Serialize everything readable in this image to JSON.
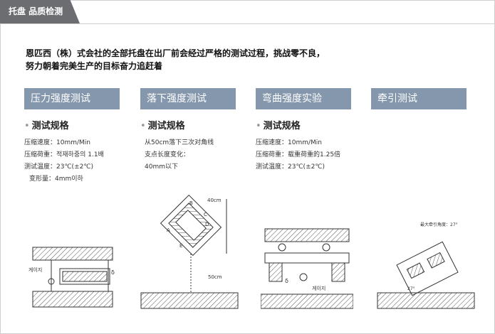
{
  "header": {
    "title": "托盘  品质检测"
  },
  "intro": {
    "line1": "恩匹西（株）式会社的全部托盘在出厂前会经过严格的测试过程，挑战零不良，",
    "line2": "努力朝着完美生产的目标奋力追赶着"
  },
  "columns": [
    {
      "title": "压力强度测试",
      "spec_title": "测试规格",
      "lines": [
        "压缩速度：10mm/Min",
        "压缩荷重：적재하중의 1.1배",
        "测试温度：23℃(±2℃)",
        "变形量：4mm이하"
      ]
    },
    {
      "title": "落下强度测试",
      "spec_title": "测试规格",
      "lines": [
        "从50cm落下三次对角线",
        "支点长度变化：",
        "40mm以下"
      ]
    },
    {
      "title": "弯曲强度实验",
      "spec_title": "测试规格",
      "lines": [
        "压缩速度：10mm/Min",
        "压缩荷重：载重荷重的1.25倍",
        "测试温度：23℃(±2℃)"
      ]
    },
    {
      "title": "牵引测试"
    }
  ],
  "diagrams": {
    "press_label": "게이지",
    "delta": "δ",
    "drop_height": "50cm",
    "drop_top": "40cm",
    "corner_a": "A",
    "corner_b": "B",
    "corner_c": "C",
    "corner_d": "D",
    "corner_e": "E",
    "bend_label": "게이지",
    "bend_delta": "δ",
    "tilt_label": "最大牵引角度：27°",
    "tilt_angle": "27°"
  }
}
